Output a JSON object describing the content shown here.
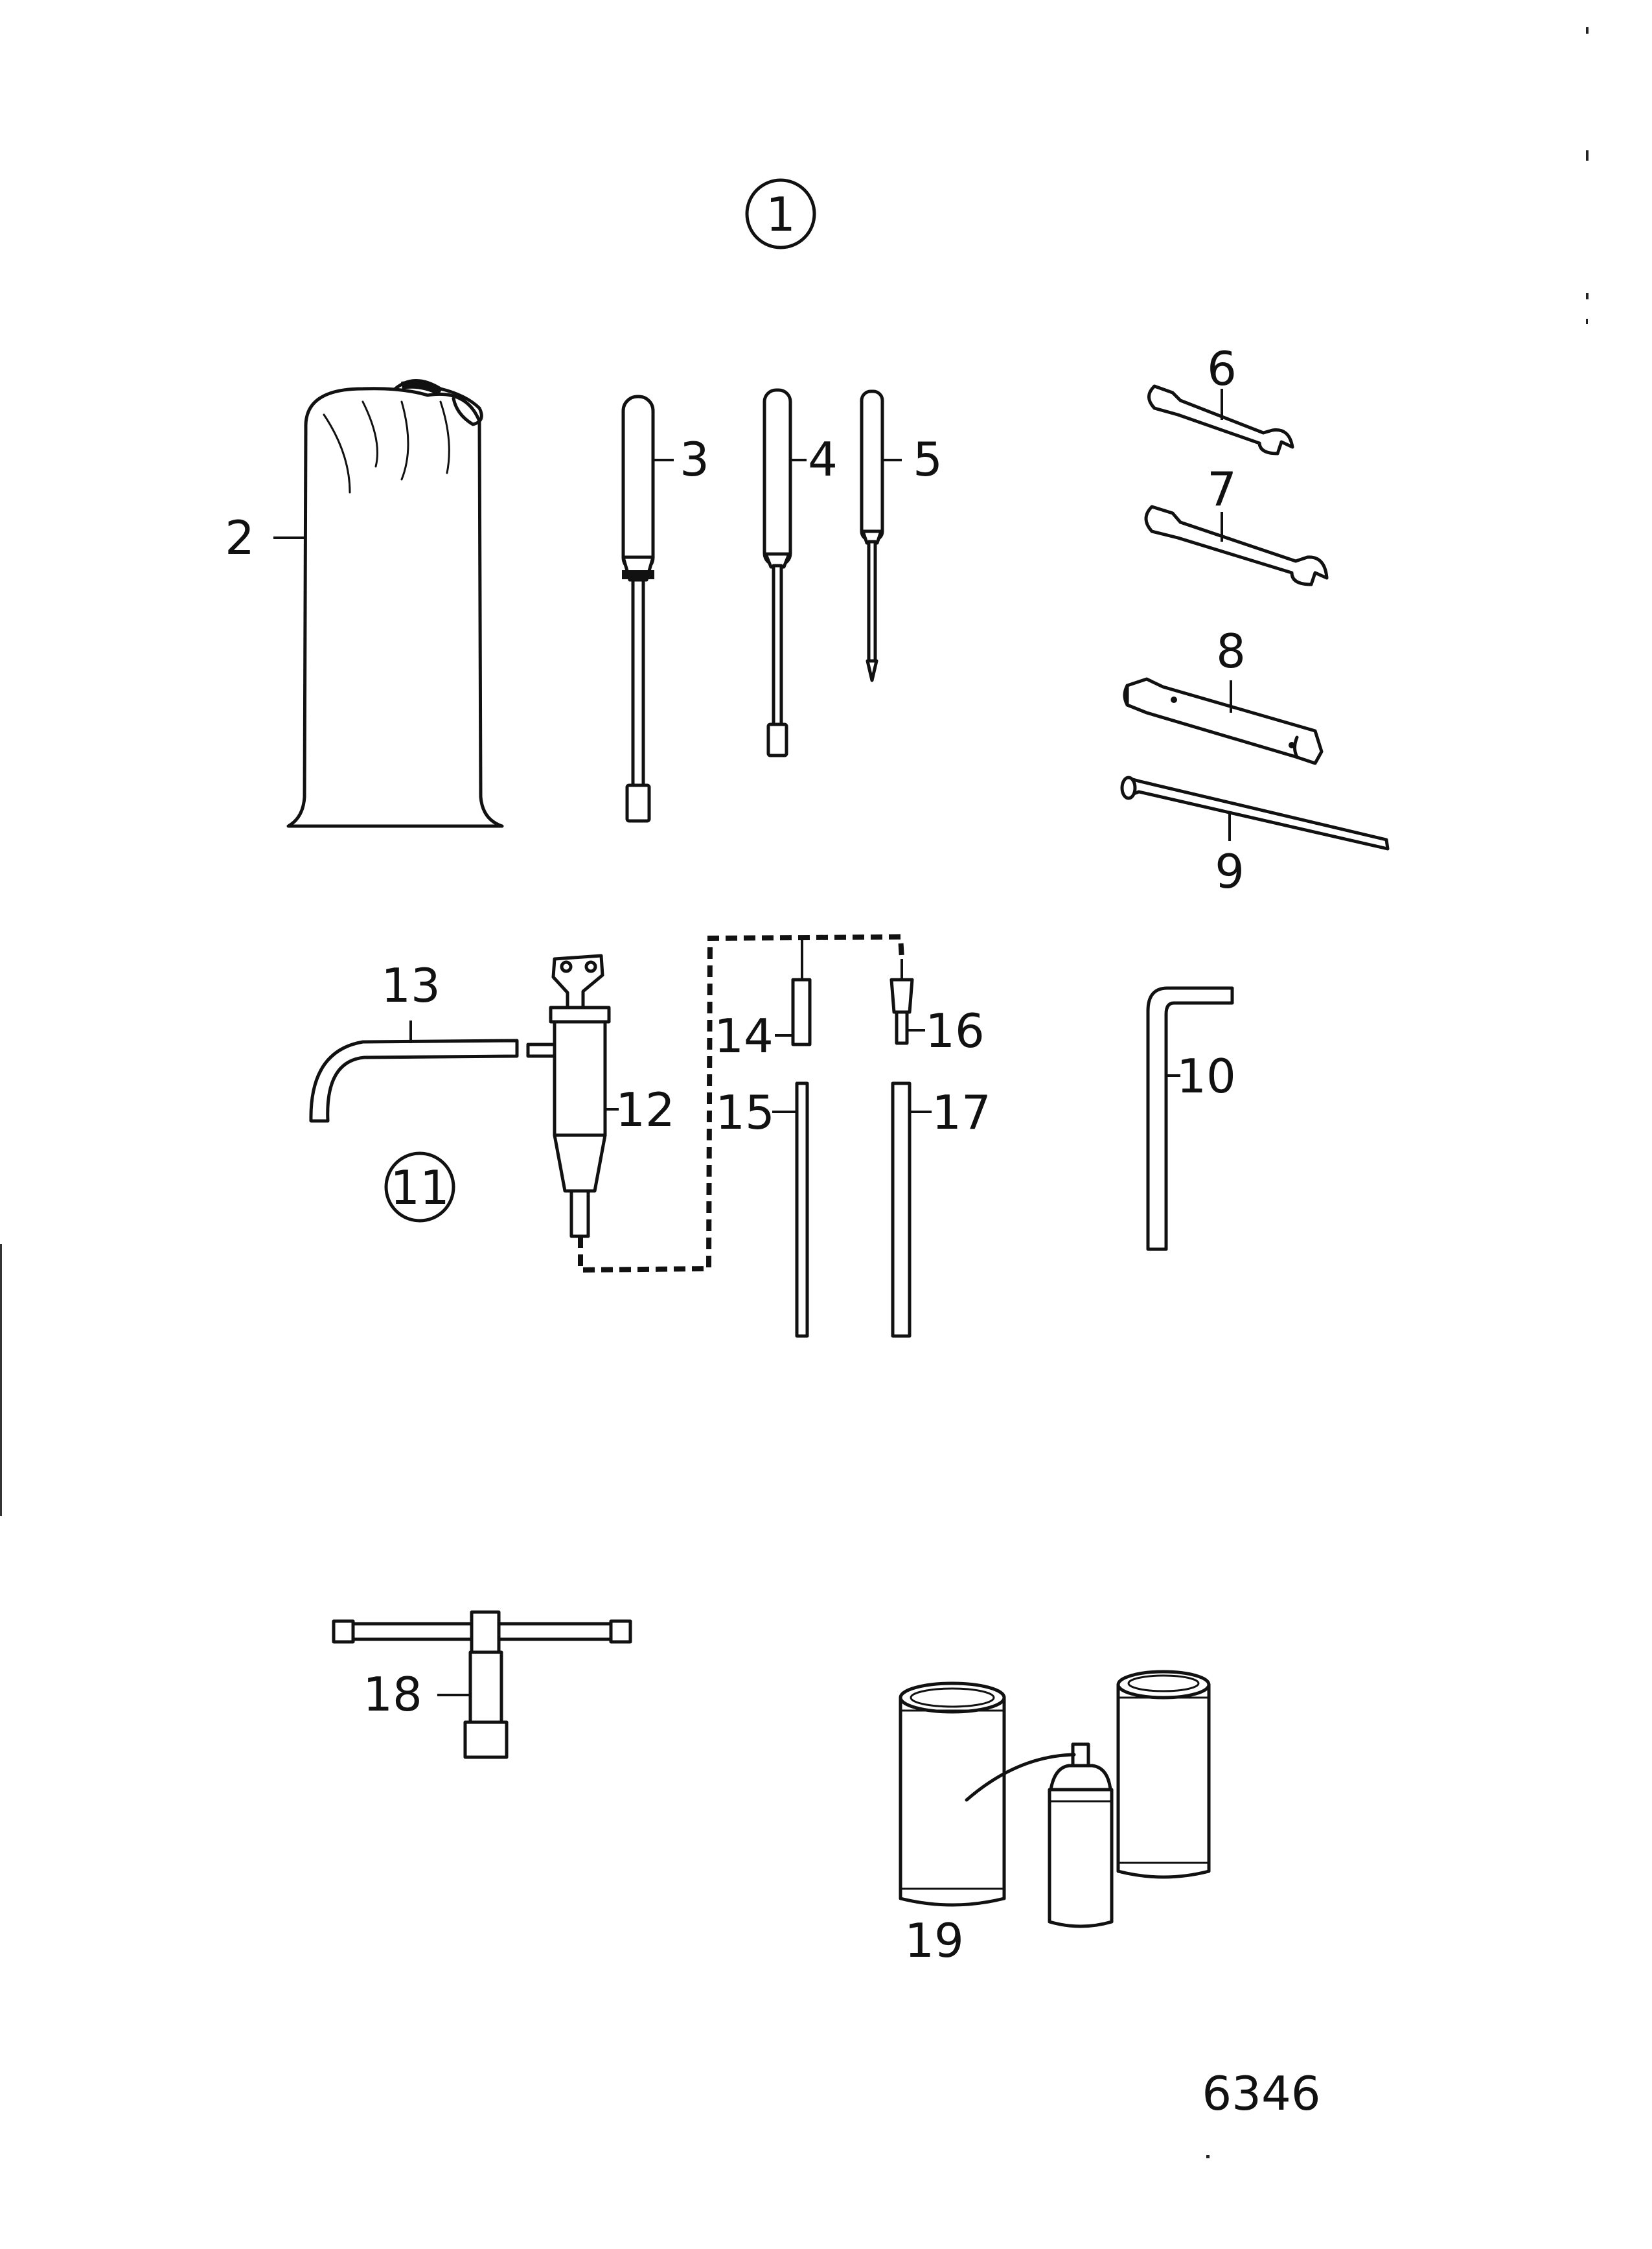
{
  "figure_number": "6346",
  "callouts": {
    "c1": "1",
    "c2": "2",
    "c3": "3",
    "c4": "4",
    "c5": "5",
    "c6": "6",
    "c7": "7",
    "c8": "8",
    "c9": "9",
    "c10": "10",
    "c11": "11",
    "c12": "12",
    "c13": "13",
    "c14": "14",
    "c15": "15",
    "c16": "16",
    "c17": "17",
    "c18": "18",
    "c19": "19"
  },
  "icons": {
    "bag": "tool-bag-icon",
    "screwdriver_large": "screwdriver-icon",
    "screwdriver_medium": "screwdriver-icon",
    "screwdriver_small": "screwdriver-icon",
    "wrench_small": "open-end-wrench-icon",
    "wrench_large": "open-end-wrench-icon",
    "box_spanner": "box-spanner-icon",
    "tommy_bar": "tommy-bar-icon",
    "hex_key": "hex-key-icon",
    "grease_gun": "grease-gun-icon",
    "hose": "hose-icon",
    "tee_wrench": "t-handle-wrench-icon",
    "cans": "paint-cans-icon"
  }
}
